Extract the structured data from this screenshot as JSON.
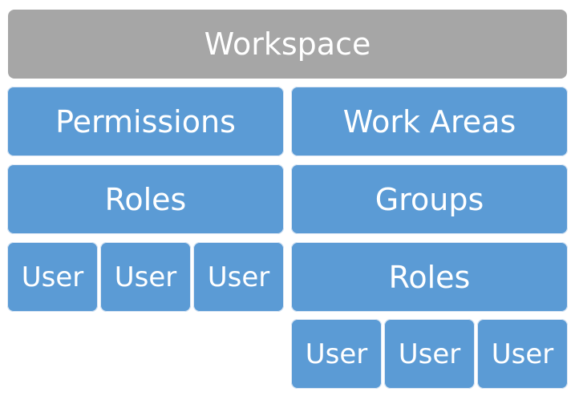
{
  "colors": {
    "workspace": "#a6a6a6",
    "block": "#5b9bd5",
    "text": "#ffffff"
  },
  "workspace": {
    "label": "Workspace"
  },
  "left_column": {
    "permissions": {
      "label": "Permissions"
    },
    "roles": {
      "label": "Roles"
    },
    "users": [
      "User",
      "User",
      "User"
    ]
  },
  "right_column": {
    "work_areas": {
      "label": "Work Areas"
    },
    "groups": {
      "label": "Groups"
    },
    "roles": {
      "label": "Roles"
    },
    "users": [
      "User",
      "User",
      "User"
    ]
  }
}
